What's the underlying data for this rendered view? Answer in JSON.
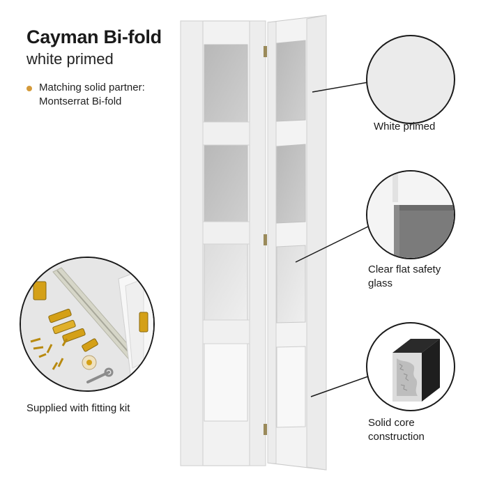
{
  "product": {
    "title": "Cayman Bi-fold",
    "subtitle": "white primed"
  },
  "bullets": [
    {
      "line1": "Matching solid partner:",
      "line2": "Montserrat Bi-fold"
    }
  ],
  "callouts": {
    "finish": {
      "label": "White primed"
    },
    "glass": {
      "line1": "Clear flat safety",
      "line2": "glass"
    },
    "core": {
      "line1": "Solid core",
      "line2": "construction"
    },
    "kit": {
      "label": "Supplied with fitting kit"
    }
  },
  "colors": {
    "bullet": "#d49a3a",
    "door": "#f4f4f4",
    "glass": "#bfbfbf",
    "outline": "#1a1a1a",
    "brass": "#d4a017"
  }
}
